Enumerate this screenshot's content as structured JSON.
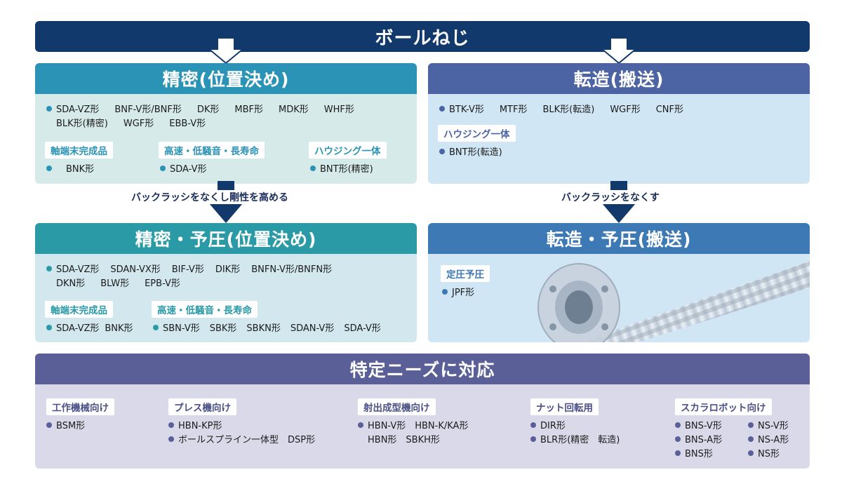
{
  "title": "ボールねじ",
  "precision": {
    "header": "精密(位置決め)",
    "main_line1": [
      "SDA-VZ形",
      "BNF-V形/BNF形",
      "DK形",
      "MBF形",
      "MDK形",
      "WHF形"
    ],
    "main_line2": [
      "BLK形(精密)",
      "WGF形",
      "EBB-V形"
    ],
    "sub_groups": [
      {
        "label": "軸端末完成品",
        "items": "BNK形"
      },
      {
        "label": "高速・低騒音・長寿命",
        "items": "SDA-V形"
      },
      {
        "label": "ハウジング一体",
        "items": "BNT形(精密)"
      }
    ]
  },
  "rolled": {
    "header": "転造(搬送)",
    "main_line1": [
      "BTK-V形",
      "MTF形",
      "BLK形(転造)",
      "WGF形",
      "CNF形"
    ],
    "sub_label": "ハウジング一体",
    "sub_items": "BNT形(転造)"
  },
  "arrow_left_text": "バックラッシをなくし剛性を高める",
  "arrow_right_text": "バックラッシをなくす",
  "precision_preload": {
    "header": "精密・予圧(位置決め)",
    "main_line1": [
      "SDA-VZ形",
      "SDAN-VX形",
      "BIF-V形",
      "DIK形",
      "BNFN-V形/BNFN形"
    ],
    "main_line2": [
      "DKN形",
      "BLW形",
      "EPB-V形"
    ],
    "sub_groups": [
      {
        "label": "軸端末完成品",
        "items": [
          "SDA-VZ形",
          "BNK形"
        ]
      },
      {
        "label": "高速・低騒音・長寿命",
        "items": [
          "SBN-V形",
          "SBK形",
          "SBKN形",
          "SDAN-V形",
          "SDA-V形"
        ]
      }
    ]
  },
  "rolled_preload": {
    "header": "転造・予圧(搬送)",
    "sub_label": "定圧予圧",
    "sub_items": "JPF形"
  },
  "special": {
    "header": "特定ニーズに対応",
    "groups": [
      {
        "label": "工作機械向け",
        "lines": [
          "BSM形"
        ]
      },
      {
        "label": "プレス機向け",
        "lines": [
          "HBN-KP形",
          "ボールスプライン一体型　DSP形"
        ]
      },
      {
        "label": "射出成型機向け",
        "lines": [
          "HBN-V形　HBN-K/KA形",
          "HBN形　SBKH形"
        ]
      },
      {
        "label": "ナット回転用",
        "lines": [
          "DIR形",
          "BLR形(精密　転造)"
        ]
      },
      {
        "label": "スカラロボット向け",
        "lines": [
          "BNS-V形",
          "BNS-A形",
          "BNS形",
          "NS-V形",
          "NS-A形",
          "NS形"
        ]
      }
    ]
  },
  "colors": {
    "navy": "#12396b",
    "precision_teal": "#2b93b5",
    "precision_bg": "#d6ebe9",
    "rolled_blue": "#4c63a4",
    "rolled_bg": "#d1e6f4",
    "preload_teal": "#2a9ba6",
    "preload_bg": "#d2e8ee",
    "rolled_preload_blue": "#3d79b4",
    "special_purple": "#5a5f98",
    "special_bg": "#dad9e9"
  }
}
